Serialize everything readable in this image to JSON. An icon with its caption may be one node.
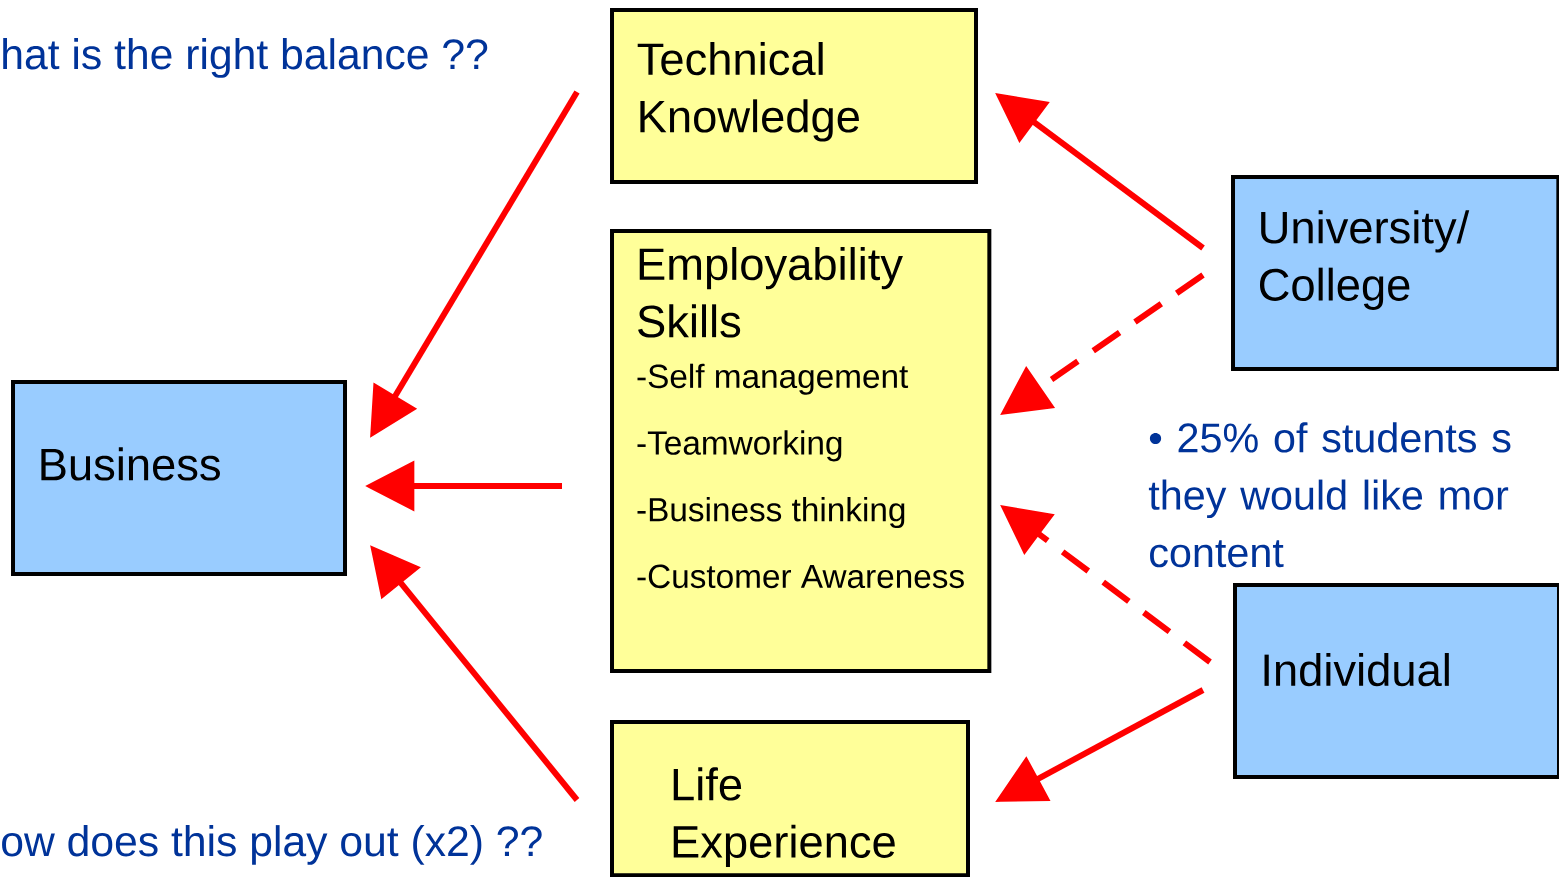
{
  "diagram": {
    "nodes": [
      {
        "text": [
          "Technical Knowledge"
        ]
      },
      {
        "text": [
          "University/ College"
        ]
      },
      {
        "text": [
          "Business"
        ]
      },
      {
        "text": [
          "Employability Skills",
          "-Self management",
          "-Teamworking",
          "-Business thinking",
          "-Customer Awareness"
        ]
      },
      {
        "text": [
          "Individual"
        ]
      },
      {
        "text": [
          "Life Experience"
        ]
      }
    ],
    "edges": [
      {
        "from": 0,
        "to": 2,
        "arrow": "to"
      },
      {
        "from": 3,
        "to": 2,
        "arrow": "to"
      },
      {
        "from": 5,
        "to": 2,
        "arrow": "to"
      },
      {
        "from": 1,
        "to": 0,
        "arrow": "to"
      },
      {
        "from": 1,
        "to": 3,
        "arrow": "to",
        "style": "dashed"
      },
      {
        "from": 4,
        "to": 3,
        "arrow": "to",
        "style": "dashed"
      },
      {
        "from": 4,
        "to": 5,
        "arrow": "to"
      }
    ],
    "labels": [
      "hat is the right balance ??",
      "ow does this play out (x2) ??",
      "• 25% of students s they would like mor content"
    ]
  }
}
